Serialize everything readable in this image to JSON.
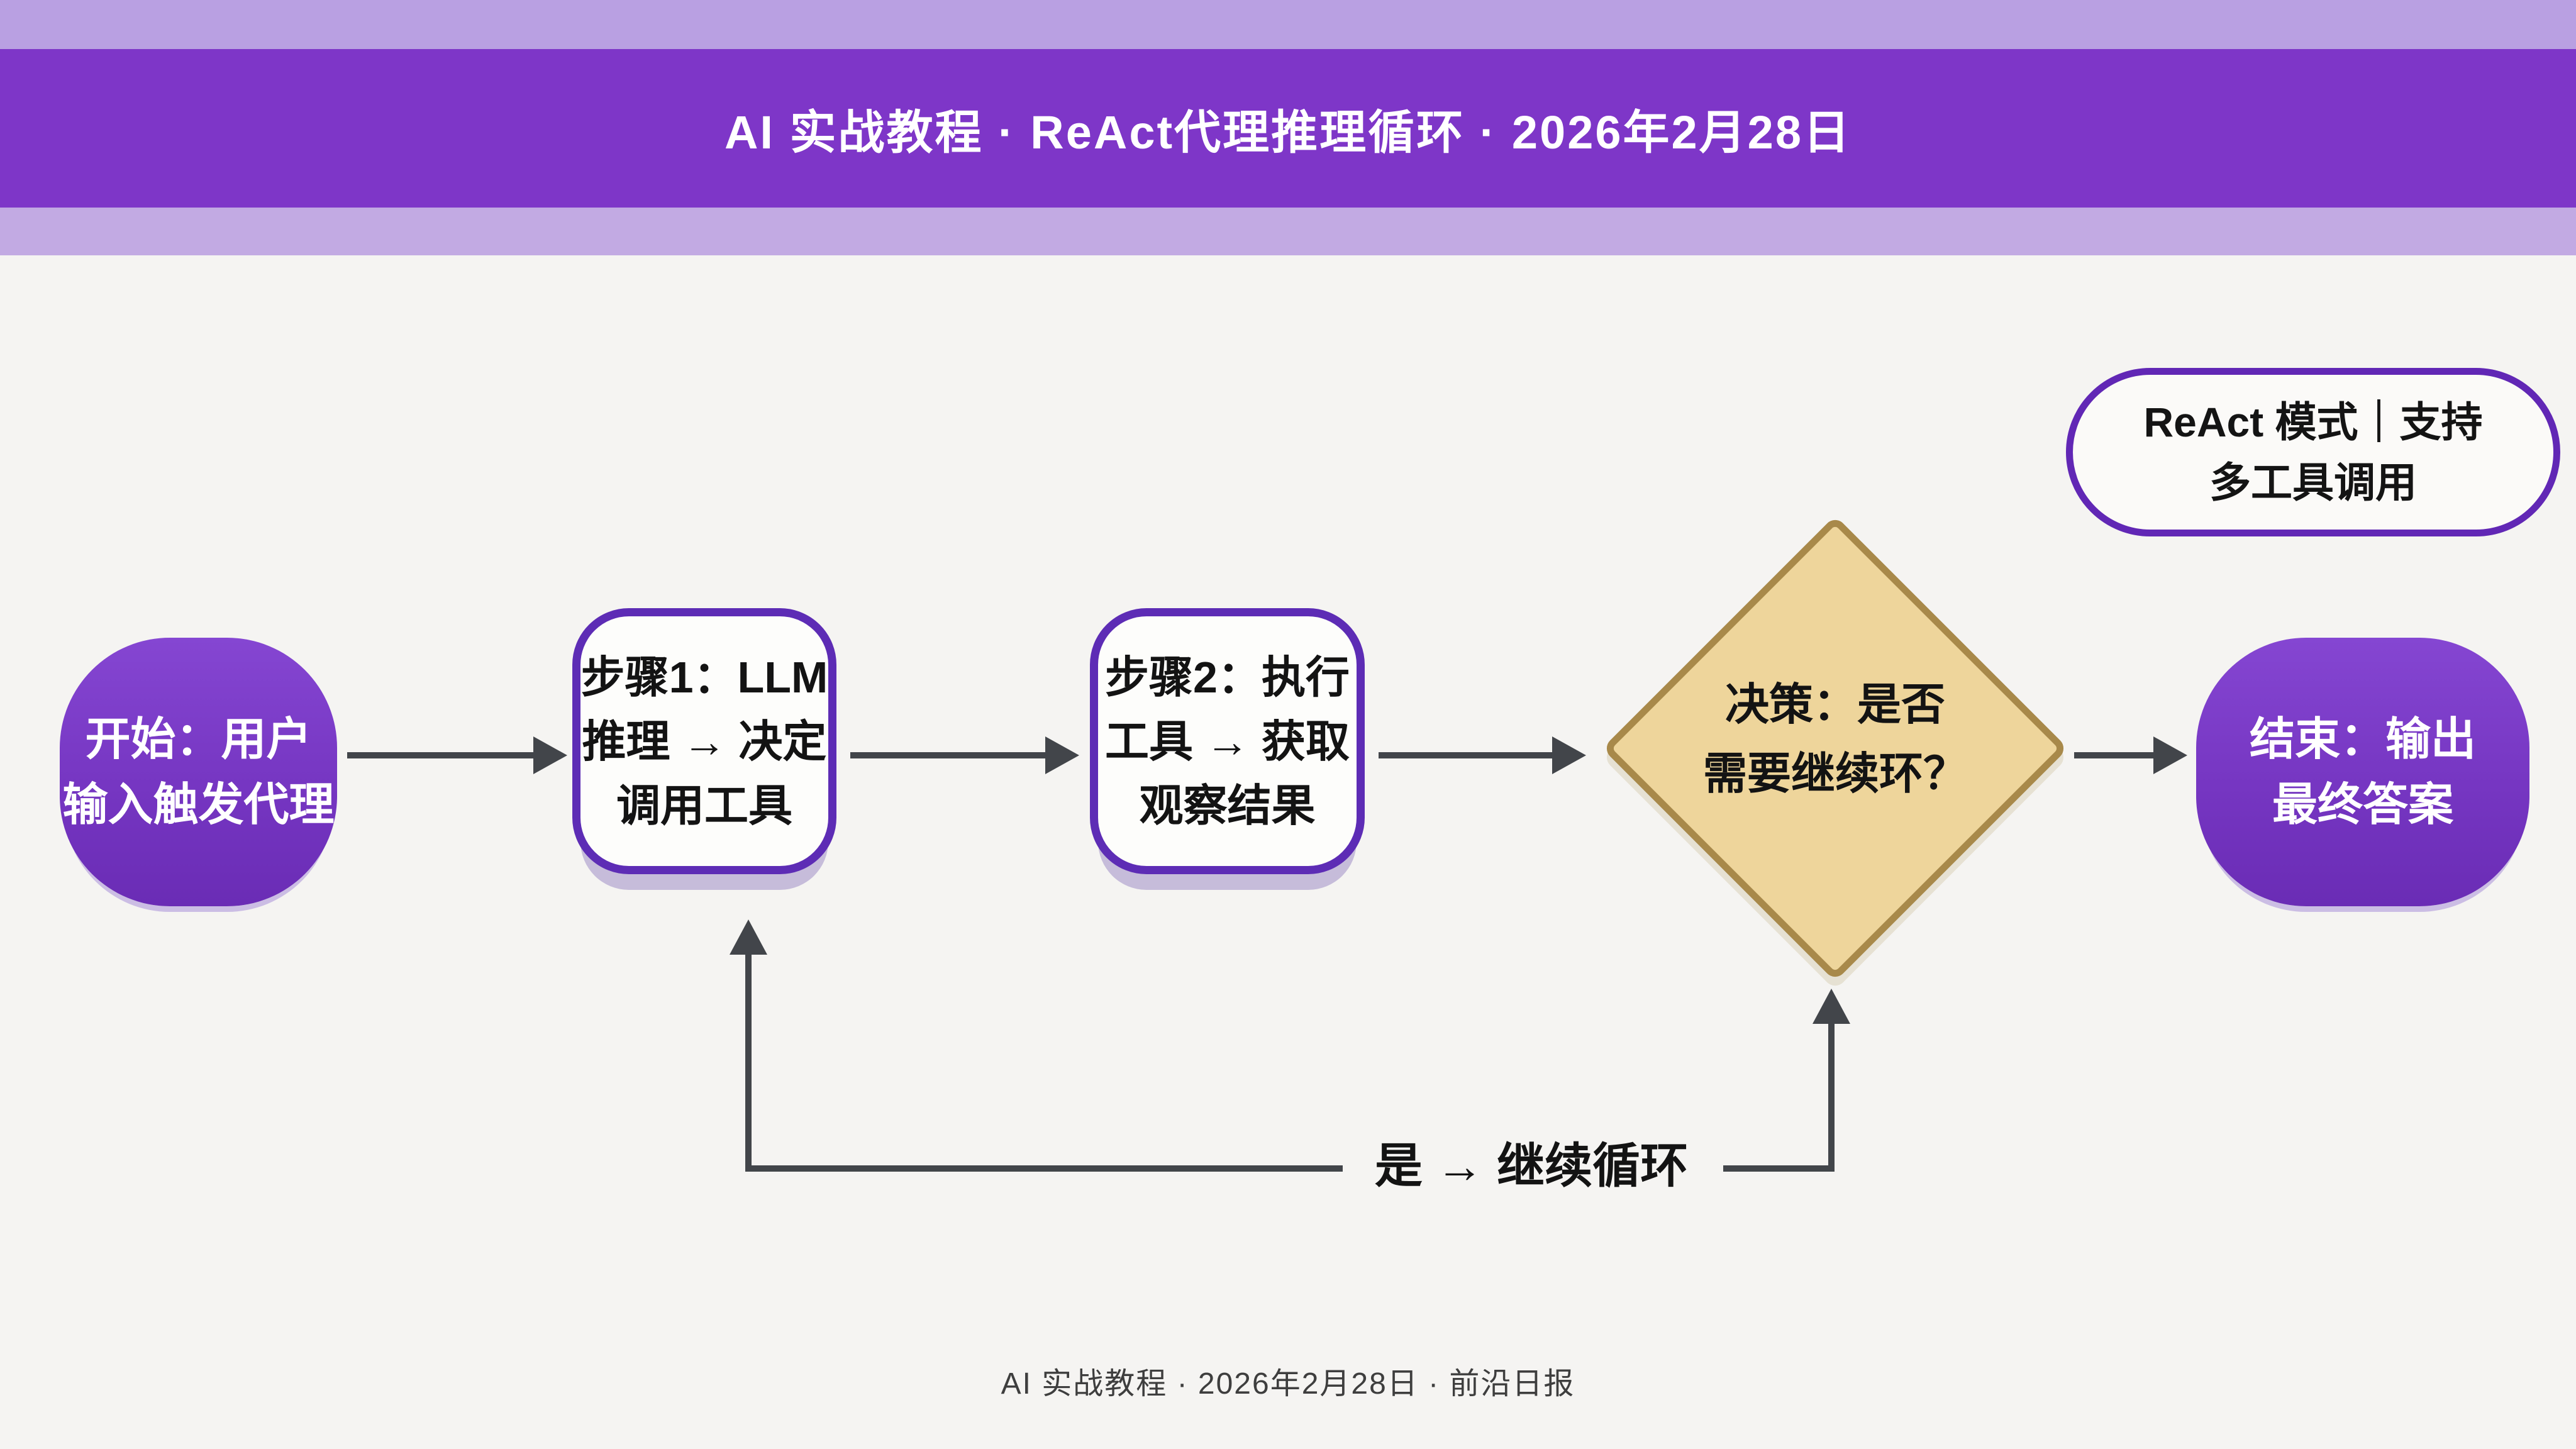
{
  "header": {
    "title": "AI 实战教程 · ReAct代理推理循环 · 2026年2月28日"
  },
  "badge": {
    "text": "ReAct 模式｜支持\n多工具调用"
  },
  "flow": {
    "start": {
      "label": "开始：用户\n输入触发代理"
    },
    "step1": {
      "label": "步骤1：LLM\n推理 → 决定\n调用工具"
    },
    "step2": {
      "label": "步骤2：执行\n工具 → 获取\n观察结果"
    },
    "decision": {
      "label": "决策：是否\n需要继续环？"
    },
    "end": {
      "label": "结束：输出\n最终答案"
    },
    "loop_label": "是 → 继续循环"
  },
  "footer": {
    "text": "AI 实战教程 · 2026年2月28日 · 前沿日报"
  },
  "colors": {
    "header_bar": "#7e36c8",
    "header_strip_top": "#b9a0e2",
    "header_strip_bottom": "#c2aae3",
    "node_purple": "#7636c2",
    "step_border_purple": "#5d2cb5",
    "diamond_fill": "#eed59b",
    "diamond_border": "#a8894a",
    "arrow_gray": "#42454a",
    "background": "#f5f4f2"
  }
}
